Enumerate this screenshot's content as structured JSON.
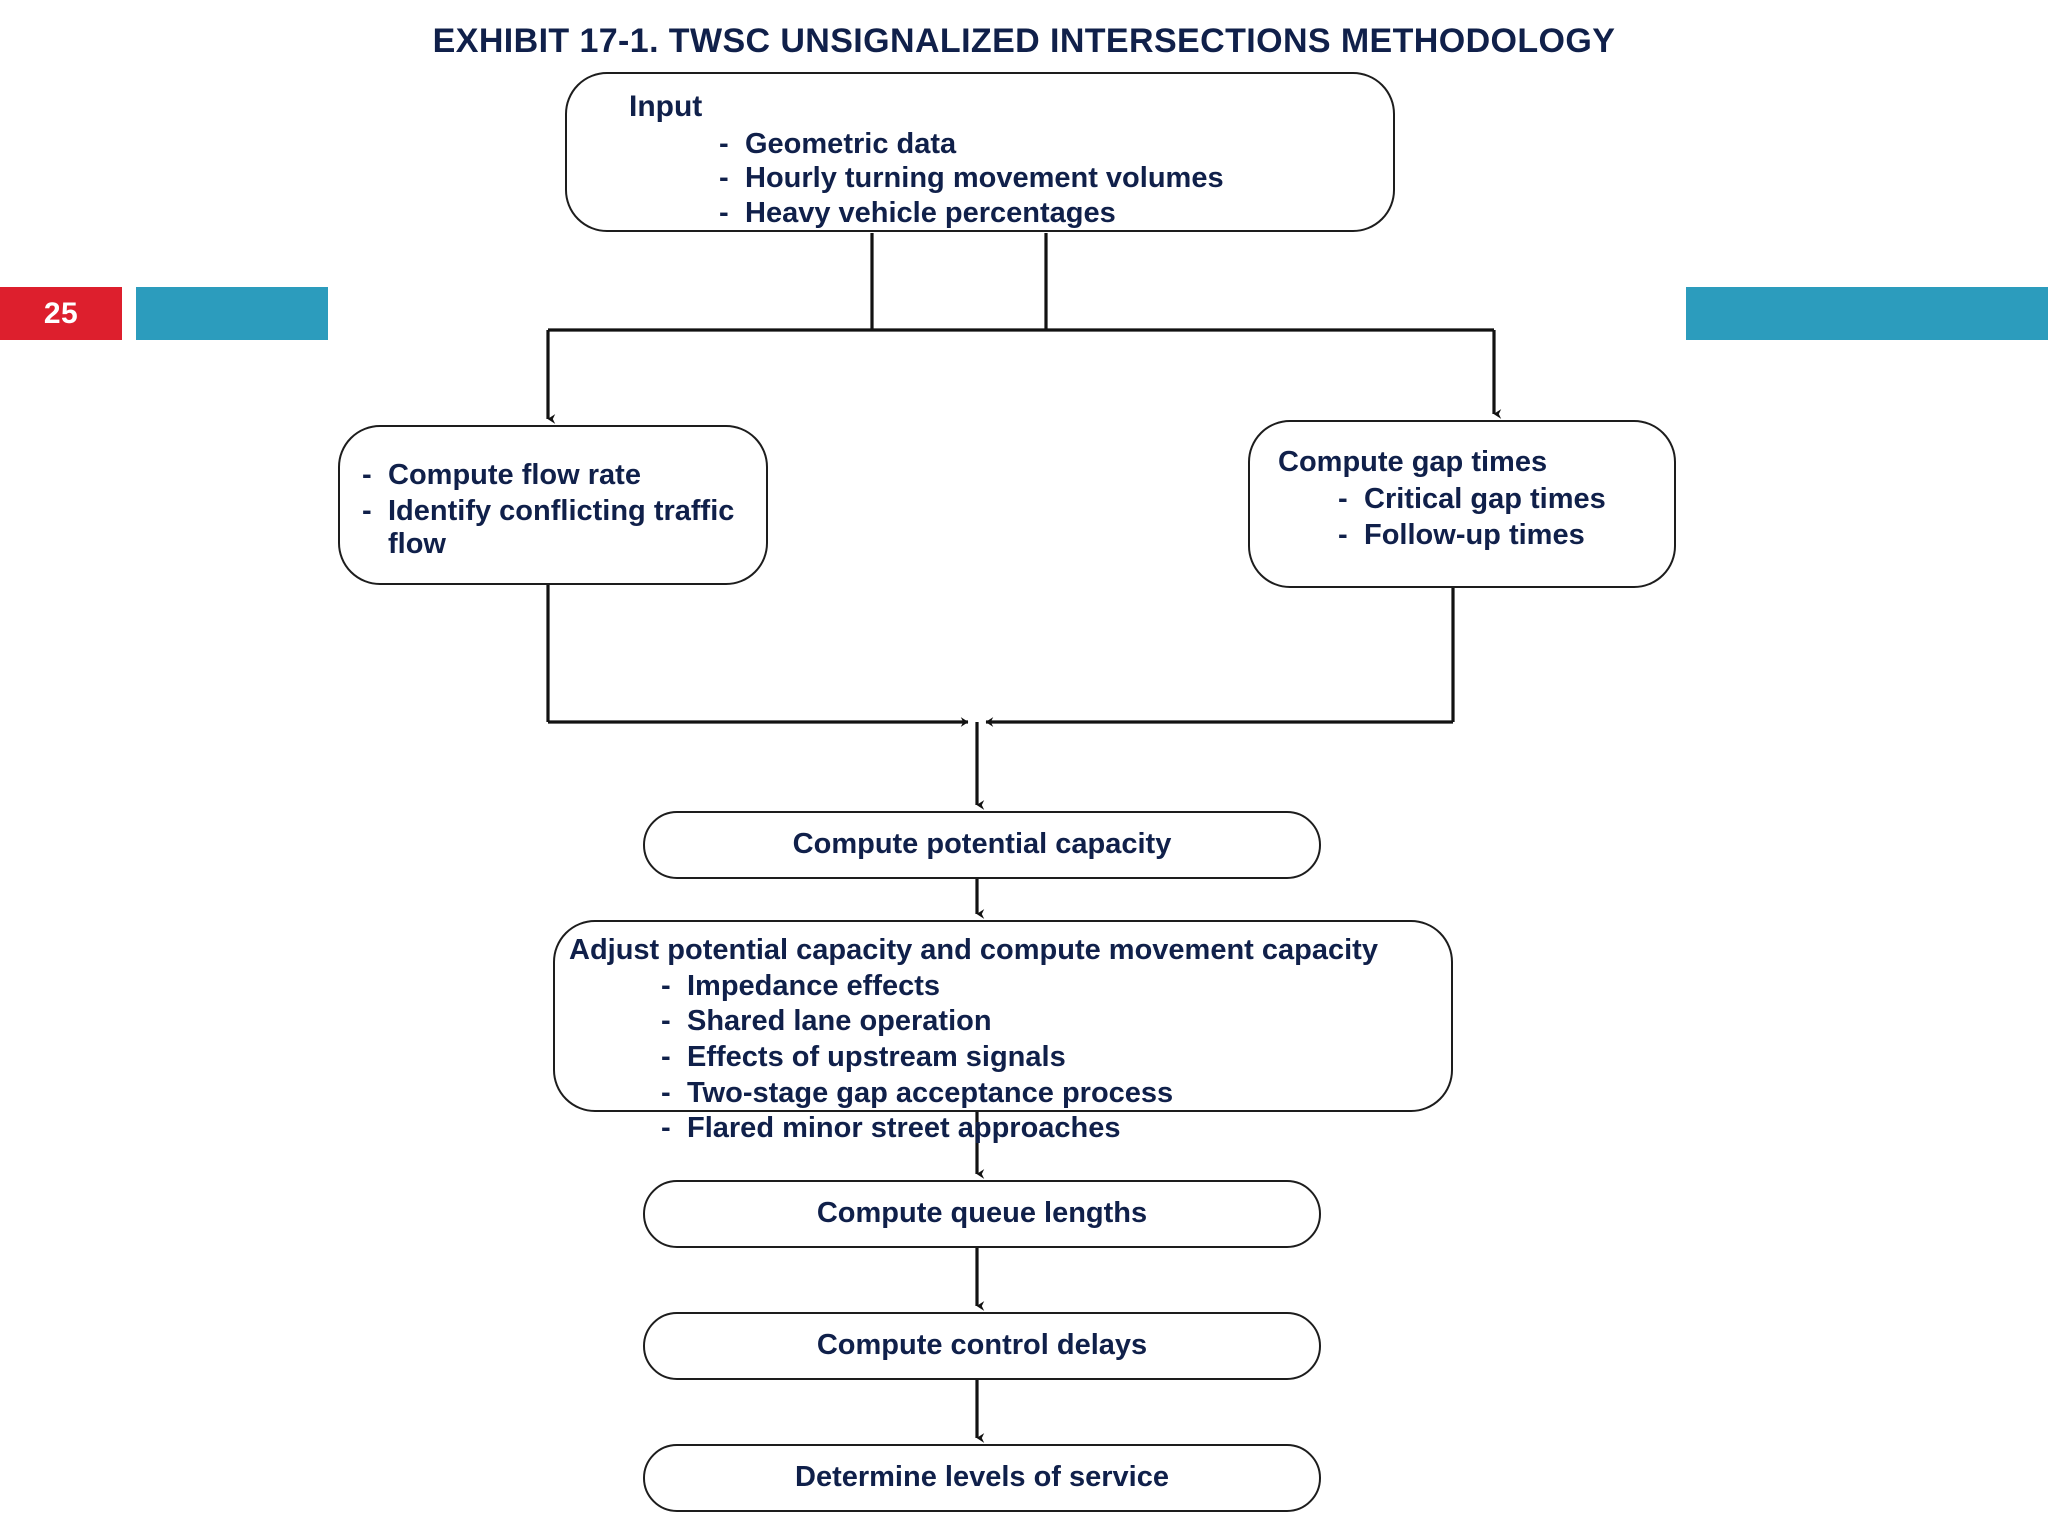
{
  "page": {
    "number": "25",
    "accent_teal": "#2c9cbd",
    "accent_red": "#dd1f2d",
    "text_color": "#10204a",
    "line_color": "#1d1d1d"
  },
  "title": "EXHIBIT 17-1.  TWSC UNSIGNALIZED INTERSECTIONS METHODOLOGY",
  "chart_data": {
    "type": "diagram",
    "title": "EXHIBIT 17-1.  TWSC UNSIGNALIZED INTERSECTIONS METHODOLOGY",
    "orientation": "top-to-bottom",
    "nodes": [
      {
        "id": "input",
        "shape": "rounded-rect",
        "heading": "Input",
        "bullets": [
          "Geometric data",
          "Hourly turning movement volumes",
          "Heavy vehicle percentages"
        ]
      },
      {
        "id": "flow",
        "shape": "rounded-rect",
        "heading": "",
        "bullets": [
          "Compute flow rate",
          "Identify conflicting traffic flow"
        ]
      },
      {
        "id": "gap",
        "shape": "rounded-rect",
        "heading": "Compute gap times",
        "bullets": [
          "Critical gap times",
          "Follow-up times"
        ]
      },
      {
        "id": "potential",
        "shape": "stadium",
        "heading": "Compute potential capacity",
        "bullets": []
      },
      {
        "id": "adjust",
        "shape": "rounded-rect",
        "heading": "Adjust potential capacity and compute movement capacity",
        "bullets": [
          "Impedance effects",
          "Shared lane operation",
          "Effects of upstream signals",
          "Two-stage gap acceptance process",
          "Flared minor street approaches"
        ]
      },
      {
        "id": "queue",
        "shape": "stadium",
        "heading": "Compute queue lengths",
        "bullets": []
      },
      {
        "id": "delays",
        "shape": "stadium",
        "heading": "Compute control delays",
        "bullets": []
      },
      {
        "id": "los",
        "shape": "stadium",
        "heading": "Determine levels of service",
        "bullets": []
      }
    ],
    "edges": [
      {
        "from": "input",
        "to": "flow"
      },
      {
        "from": "input",
        "to": "gap"
      },
      {
        "from": "flow",
        "to": "potential"
      },
      {
        "from": "gap",
        "to": "potential"
      },
      {
        "from": "potential",
        "to": "adjust"
      },
      {
        "from": "adjust",
        "to": "queue"
      },
      {
        "from": "queue",
        "to": "delays"
      },
      {
        "from": "delays",
        "to": "los"
      }
    ]
  },
  "nodes": {
    "input": {
      "heading": "Input",
      "bullets": [
        "Geometric data",
        "Hourly turning movement volumes",
        "Heavy vehicle percentages"
      ]
    },
    "flow": {
      "bullets": [
        "Compute flow rate",
        "Identify conflicting traffic",
        "flow"
      ]
    },
    "gap": {
      "heading": "Compute gap times",
      "bullets": [
        "Critical gap times",
        "Follow-up times"
      ]
    },
    "potential": {
      "heading": "Compute potential capacity"
    },
    "adjust": {
      "heading": "Adjust potential capacity and compute movement capacity",
      "bullets": [
        "Impedance effects",
        "Shared lane operation",
        "Effects of upstream signals",
        "Two-stage gap acceptance process",
        "Flared minor street approaches"
      ]
    },
    "queue": {
      "heading": "Compute queue lengths"
    },
    "delays": {
      "heading": "Compute control delays"
    },
    "los": {
      "heading": "Determine levels of service"
    }
  },
  "bullet_marker": "-"
}
